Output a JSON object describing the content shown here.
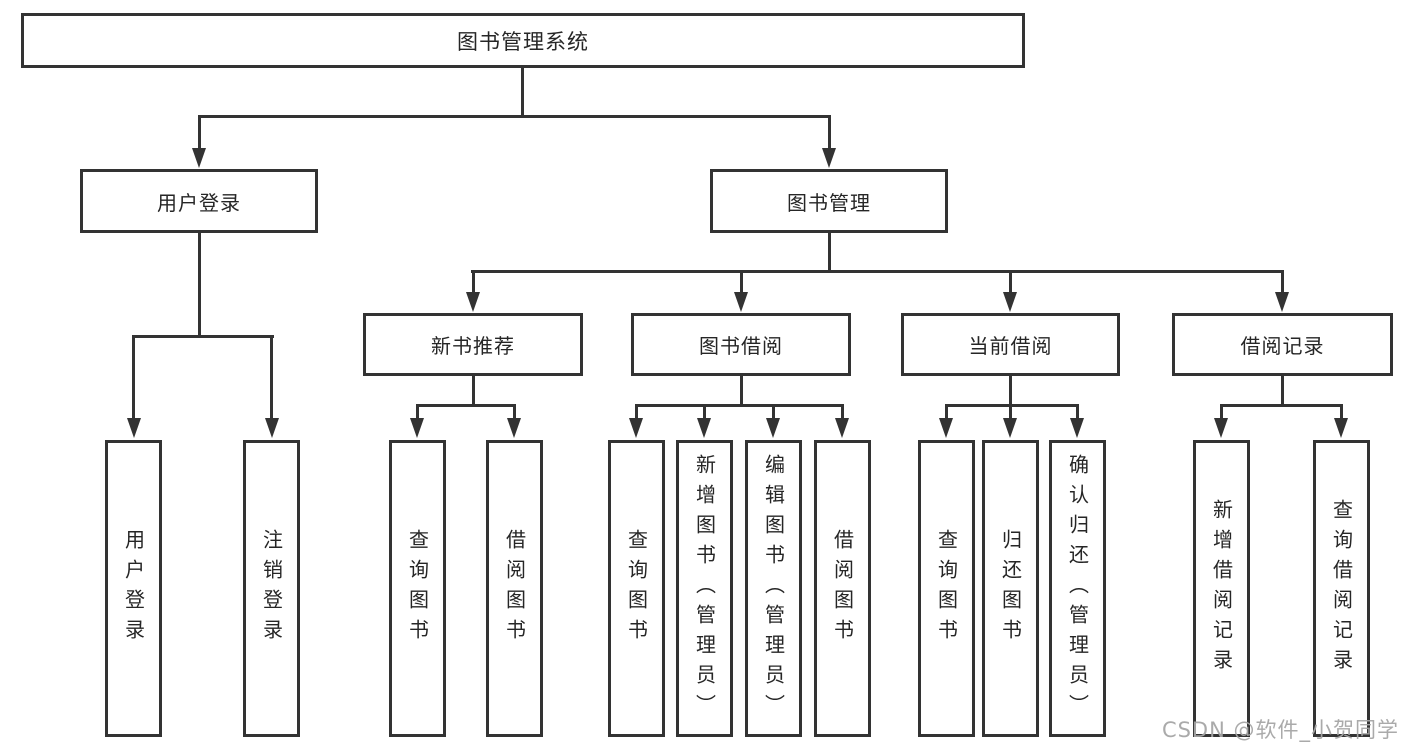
{
  "diagram": {
    "root": {
      "label": "图书管理系统"
    },
    "branches": [
      {
        "label": "用户登录",
        "children": [
          {
            "label": "用户登录"
          },
          {
            "label": "注销登录"
          }
        ]
      },
      {
        "label": "图书管理",
        "groups": [
          {
            "label": "新书推荐",
            "children": [
              {
                "label": "查询图书"
              },
              {
                "label": "借阅图书"
              }
            ]
          },
          {
            "label": "图书借阅",
            "children": [
              {
                "label": "查询图书"
              },
              {
                "label": "新增图书（管理员）"
              },
              {
                "label": "编辑图书（管理员）"
              },
              {
                "label": "借阅图书"
              }
            ]
          },
          {
            "label": "当前借阅",
            "children": [
              {
                "label": "查询图书"
              },
              {
                "label": "归还图书"
              },
              {
                "label": "确认归还（管理员）"
              }
            ]
          },
          {
            "label": "借阅记录",
            "children": [
              {
                "label": "新增借阅记录"
              },
              {
                "label": "查询借阅记录"
              }
            ]
          }
        ]
      }
    ],
    "watermark": {
      "label": "CSDN @软件_小贺同学"
    },
    "colors": {
      "line": "#333333",
      "text": "#262626",
      "watermark": "#a5a5a5",
      "background": "#ffffff"
    }
  }
}
